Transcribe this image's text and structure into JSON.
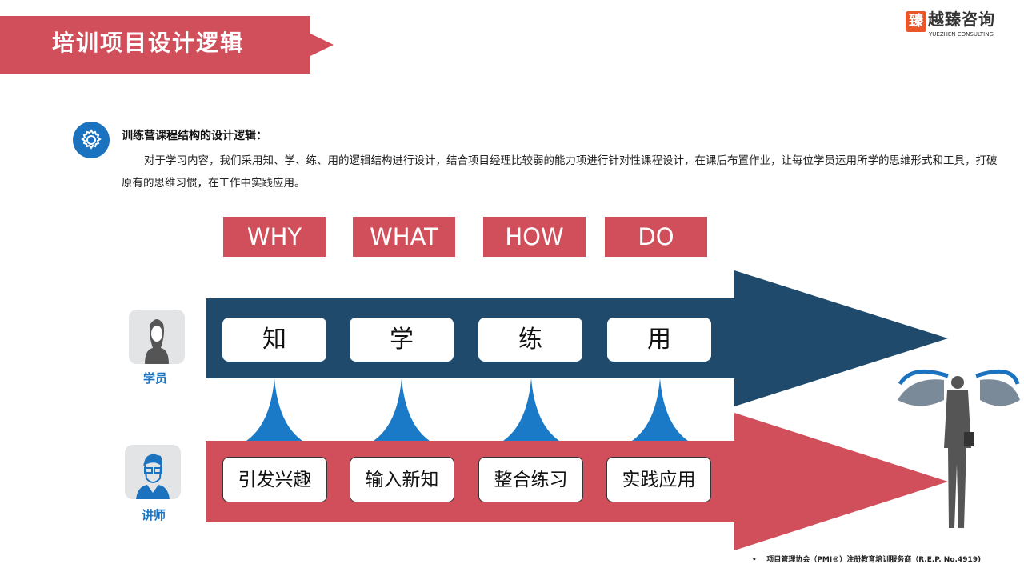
{
  "header": {
    "title": "培训项目设计逻辑"
  },
  "logo": {
    "mark": "臻",
    "name_cn": "越臻咨询",
    "name_en": "YUEZHEN CONSULTING"
  },
  "intro": {
    "heading": "训练营课程结构的设计逻辑：",
    "body": "对于学习内容，我们采用知、学、练、用的逻辑结构进行设计，结合项目经理比较弱的能力项进行针对性课程设计，在课后布置作业，让每位学员运用所学的思维形式和工具，打破原有的思维习惯，在工作中实践应用。"
  },
  "stages": [
    "WHY",
    "WHAT",
    "HOW",
    "DO"
  ],
  "student": {
    "label": "学员",
    "steps": [
      "知",
      "学",
      "练",
      "用"
    ]
  },
  "teacher": {
    "label": "讲师",
    "steps": [
      "引发兴趣",
      "输入新知",
      "整合练习",
      "实践应用"
    ]
  },
  "footer": {
    "bullet": "•",
    "text": "项目管理协会（PMI®）注册教育培训服务商（R.E.P. No.4919)"
  },
  "colors": {
    "red": "#d04f5a",
    "navy": "#1f4a6b",
    "blue": "#1b73c0"
  }
}
